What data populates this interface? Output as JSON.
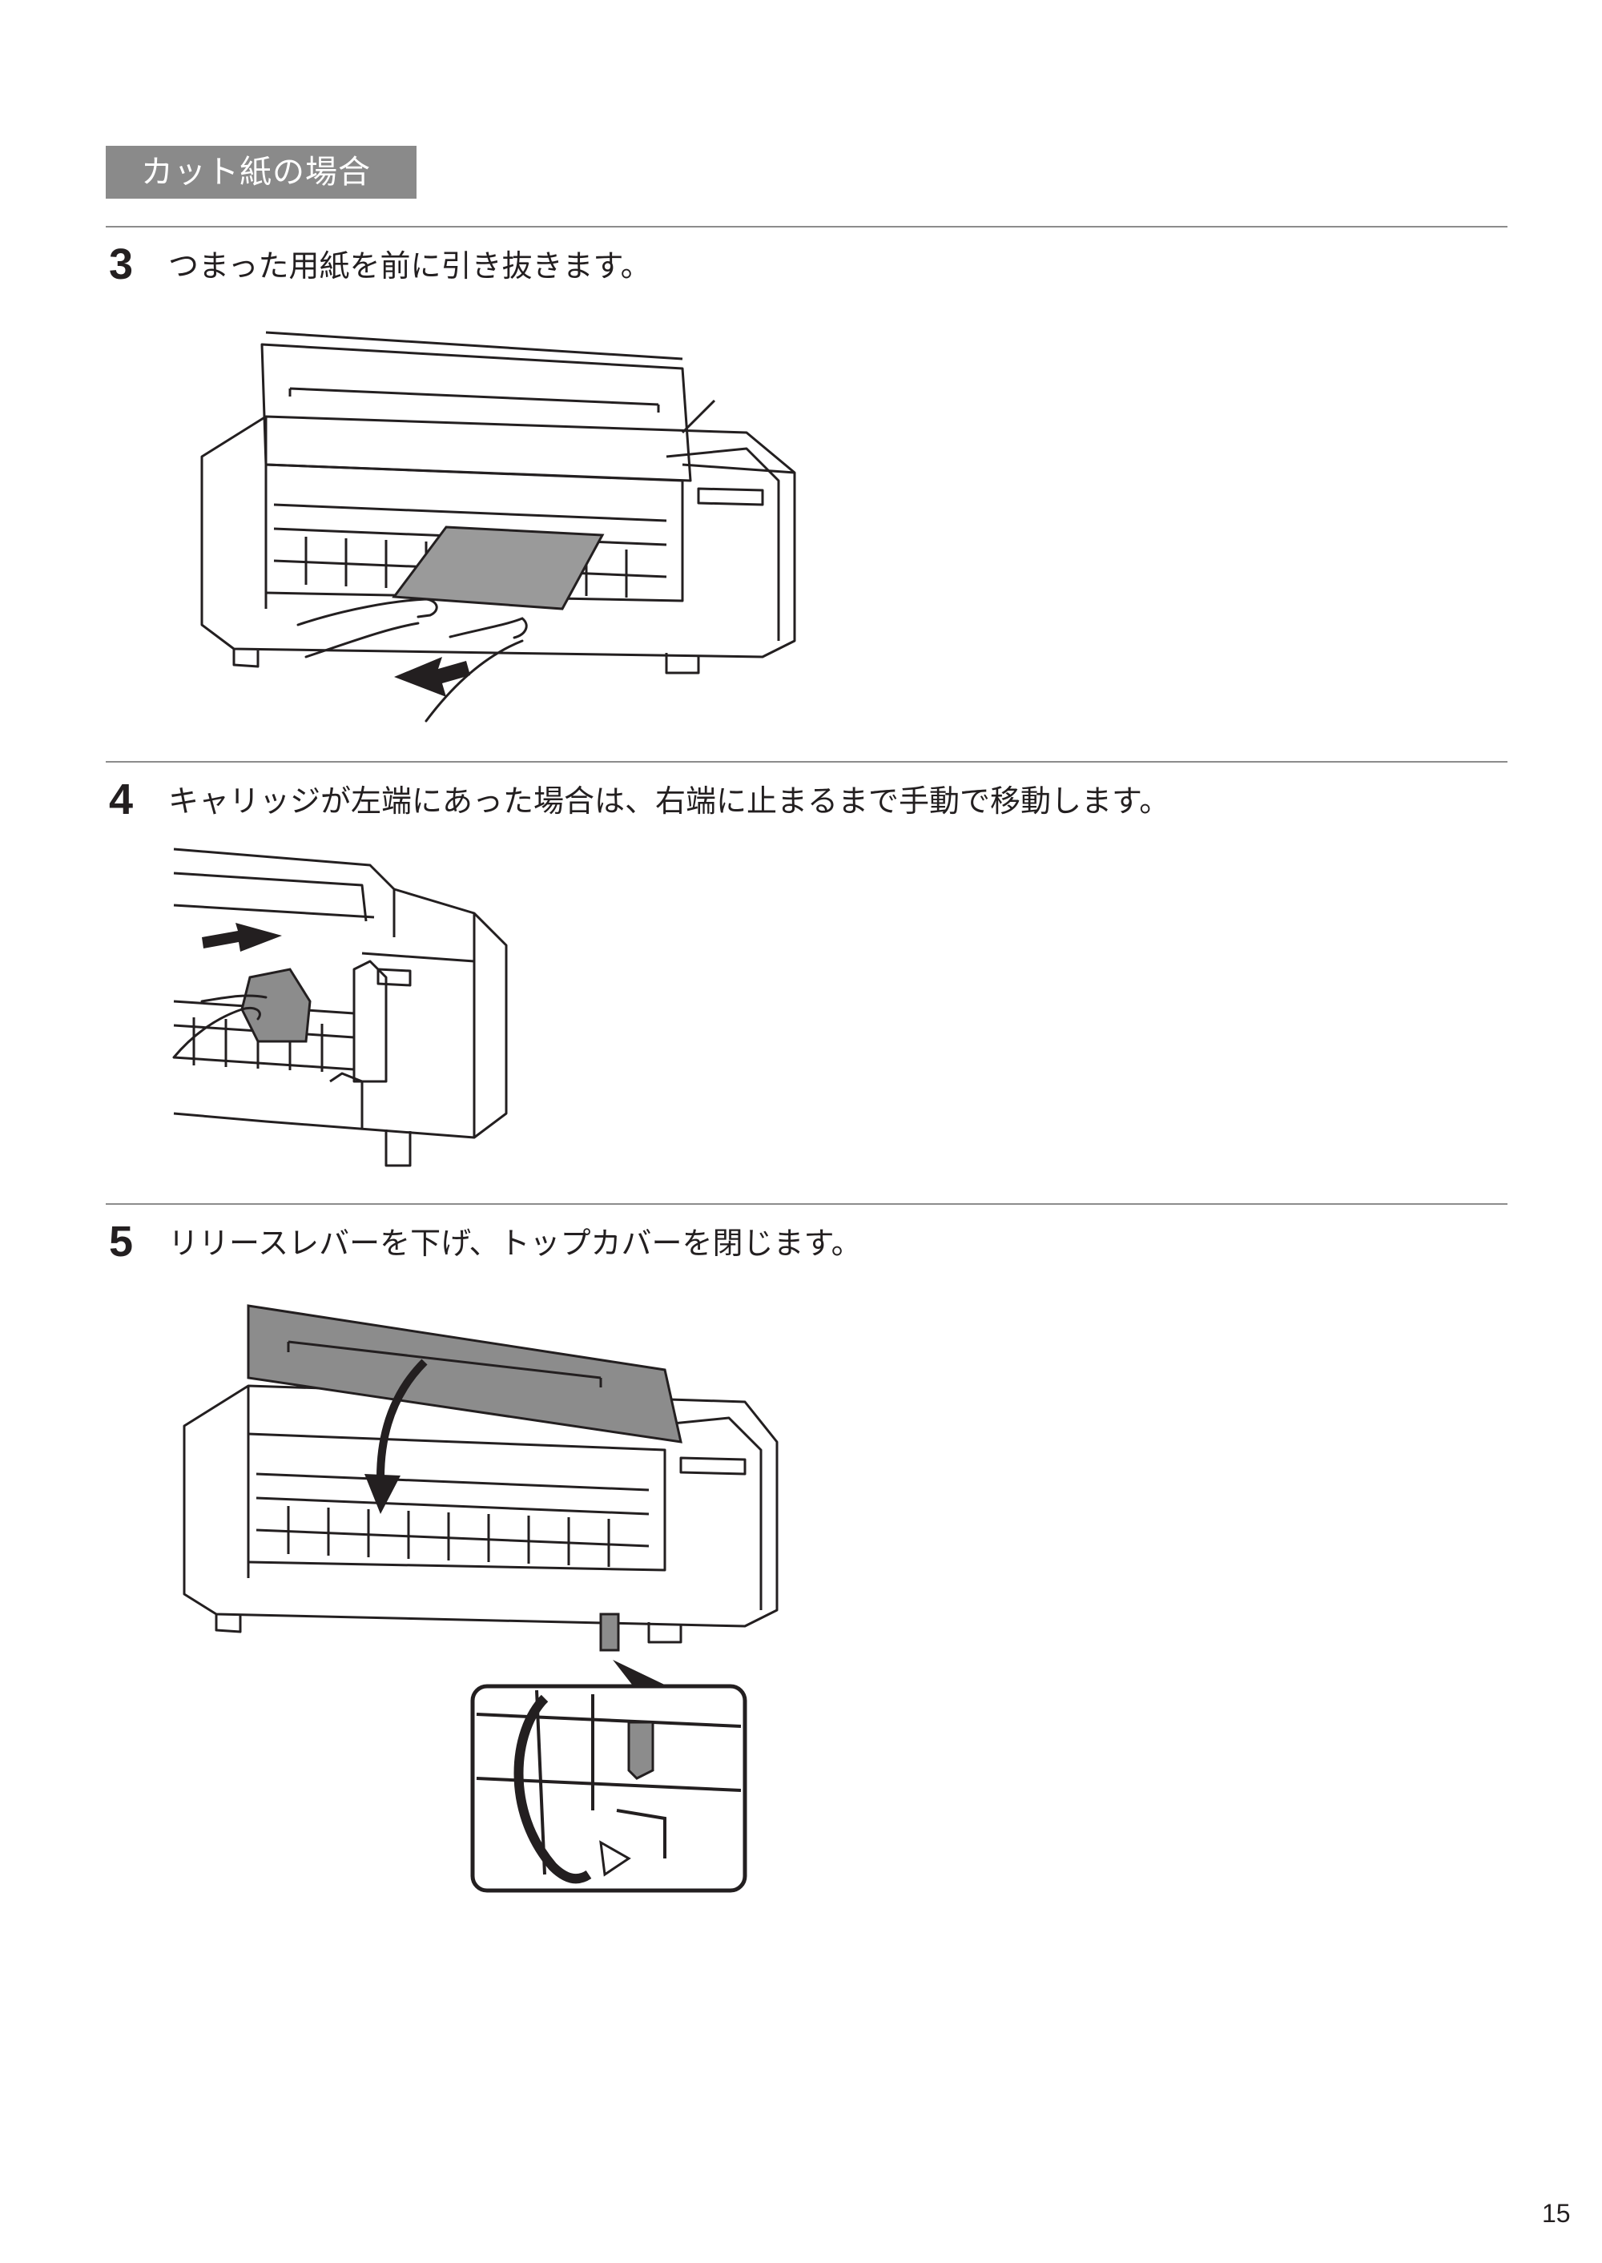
{
  "section_title": "カット紙の場合",
  "steps": [
    {
      "number": "3",
      "text": "つまった用紙を前に引き抜きます。"
    },
    {
      "number": "4",
      "text": "キャリッジが左端にあった場合は、右端に止まるまで手動で移動します。"
    },
    {
      "number": "5",
      "text": "リリースレバーを下げ、トップカバーを閉じます。"
    }
  ],
  "page_number": "15"
}
